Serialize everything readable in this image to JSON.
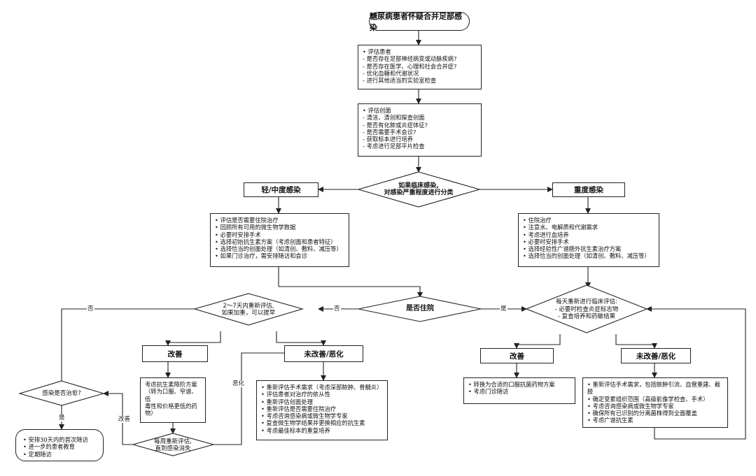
{
  "title": "糖尿病患者怀疑合并足部感染",
  "assess_patient": "• 评估患者\n- 是否存在足部神经病变或动脉疾病?\n- 是否存在医学、心理和社会合并症?\n- 优化血糖和代谢状况\n- 进行其他适当的实验室检查",
  "assess_wound": "• 评估创面\n- 清洁、清创和探查创面\n- 是否有化脓或炎症体征?\n- 是否需要手术会诊?\n- 获取标本进行培养\n- 考虑进行足部平片检查",
  "classify_decision": "如果临床感染,\n对感染严重程度进行分类",
  "mild": {
    "title": "轻/中度感染",
    "actions": "• 评估是否需要住院治疗\n• 回顾所有可用的微生物学数据\n• 必要时安排手术\n• 选择初始抗生素方案（考虑创面和患者特征）\n• 选择恰当的创面处理（如清创、敷料、减压等）\n• 如果门诊治疗，需安排随访和会诊",
    "reassess": "2～7天内重新评估,\n如果加重，可以提早",
    "improve": "改善",
    "improve_actions": "考虑抗生素降阶方案\n（转为口服、窄谱、低\n毒性和价格更低的药\n物）",
    "weekly": "每周重新评估,\n直到感染消失",
    "not_improve": "未改善/恶化",
    "not_improve_actions": "• 重新评估手术需求（考虑深部脓肿、骨髓炎）\n• 评估患者对治疗的依从性\n• 重新评估创面处理\n• 重新评估是否需要住院治疗\n• 考虑咨询感染病或微生物学专家\n• 复查微生物学结果并更换相应的抗生素\n• 考虑最佳标本的重复培养"
  },
  "severe": {
    "title": "重度感染",
    "actions": "• 住院治疗\n• 注意水、电解质和代谢需求\n• 考虑进行血培养\n• 必要时安排手术\n• 选择经验性广谱肠外抗生素治疗方案\n• 选择恰当的创面处理（如清创、敷料、减压等）",
    "daily": "每天重新进行临床评估:\n- 必要时检查炎症标志物\n- 复查培养和药敏结果",
    "improve": "改善",
    "improve_actions": "• 转换为合适的口服抗菌药物方案\n• 考虑门诊随访",
    "not_improve": "未改善/恶化",
    "not_improve_actions": "• 重新评估手术需求，包括脓肿引流、血管重建、截肢\n• 确定受累组织范围（高级影像学检查、手术）\n• 考虑咨询感染病或微生物学专家\n• 确保所有已识别的分离菌株得到全面覆盖\n• 考虑广谱抗生素"
  },
  "hospitalize": "是否住院",
  "cured": "感染是否治愈?",
  "followup": "• 安排30天内的首次随访\n• 进一步的患者教育\n• 定期随访",
  "labels": {
    "no": "否",
    "yes": "是",
    "improve": "改善",
    "worsen": "恶化"
  }
}
